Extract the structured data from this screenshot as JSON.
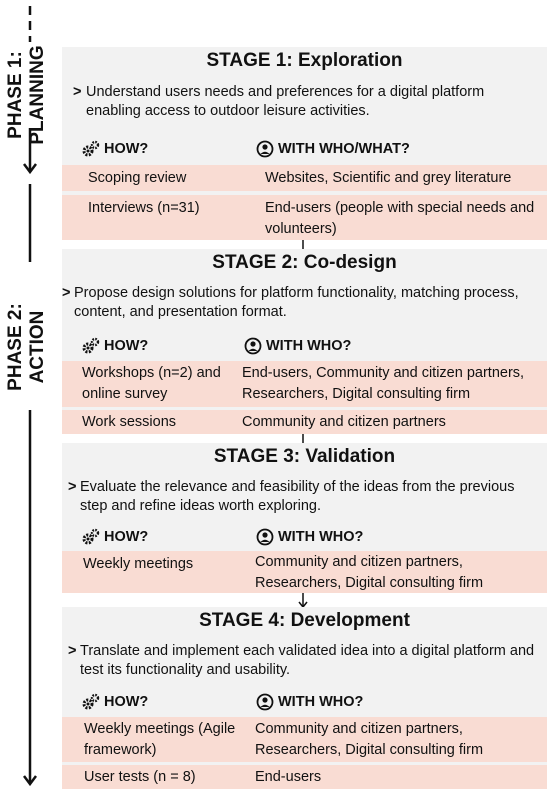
{
  "phases": {
    "phase1_line1": "PHASE 1:",
    "phase1_line2": "PLANNING",
    "phase2_line1": "PHASE 2:",
    "phase2_line2": "ACTION"
  },
  "stage1": {
    "title": "STAGE 1: Exploration",
    "desc": "Understand users needs and preferences for a digital platform enabling access to outdoor leisure activities.",
    "how": "HOW?",
    "with": "WITH WHO/WHAT?",
    "rows": [
      {
        "how": "Scoping review",
        "with": "Websites, Scientific and grey literature"
      },
      {
        "how": "Interviews (n=31)",
        "with": "End-users (people with special needs and volunteers)"
      }
    ]
  },
  "stage2": {
    "title": "STAGE 2: Co-design",
    "desc": "Propose design solutions for platform functionality, matching process, content, and presentation format.",
    "how": "HOW?",
    "with": "WITH WHO?",
    "rows": [
      {
        "how": "Workshops (n=2) and online survey",
        "with": "End-users, Community and citizen partners, Researchers, Digital consulting firm"
      },
      {
        "how": "Work sessions",
        "with": "Community and citizen partners"
      }
    ]
  },
  "stage3": {
    "title": "STAGE 3: Validation",
    "desc": "Evaluate the relevance and feasibility of the ideas from the previous step and refine ideas worth exploring.",
    "how": "HOW?",
    "with": "WITH WHO?",
    "rows": [
      {
        "how": "Weekly meetings",
        "with": "Community and citizen partners, Researchers, Digital consulting firm"
      }
    ]
  },
  "stage4": {
    "title": "STAGE 4: Development",
    "desc": "Translate and implement each validated idea into a digital platform and test its functionality and usability.",
    "how": "HOW?",
    "with": "WITH WHO?",
    "rows": [
      {
        "how": "Weekly meetings (Agile framework)",
        "with": "Community and citizen partners, Researchers, Digital consulting firm"
      },
      {
        "how": "User tests (n = 8)",
        "with": "End-users"
      }
    ]
  },
  "chevron": ">",
  "colors": {
    "panel": "#f2f2f2",
    "row": "#f9dcd3"
  }
}
